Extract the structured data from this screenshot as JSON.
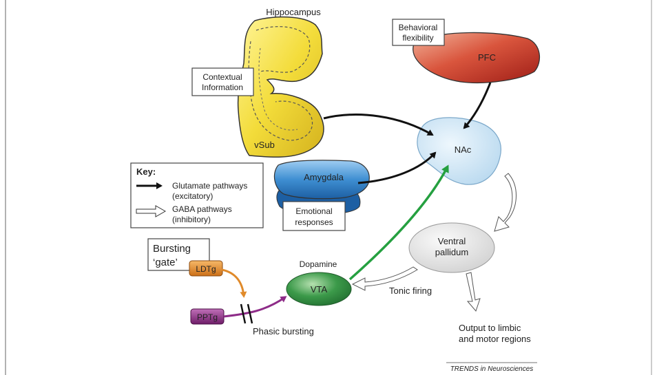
{
  "regions": {
    "hippocampus": "Hippocampus",
    "vsub": "vSub",
    "pfc": "PFC",
    "nac": "NAc",
    "amygdala": "Amygdala",
    "ventral_pallidum_line1": "Ventral",
    "ventral_pallidum_line2": "pallidum",
    "vta": "VTA",
    "ldtg": "LDTg",
    "pptg": "PPTg"
  },
  "boxes": {
    "contextual_line1": "Contextual",
    "contextual_line2": "Information",
    "behavioral_line1": "Behavioral",
    "behavioral_line2": "flexibility",
    "emotional_line1": "Emotional",
    "emotional_line2": "responses",
    "bursting_line1": "Bursting",
    "bursting_line2": "‘gate’"
  },
  "annotations": {
    "dopamine": "Dopamine",
    "tonic_firing": "Tonic firing",
    "phasic_bursting": "Phasic bursting",
    "output_line1": "Output to limbic",
    "output_line2": "and motor regions"
  },
  "key": {
    "title": "Key:",
    "glutamate_line1": "Glutamate pathways",
    "glutamate_line2": "(excitatory)",
    "gaba_line1": "GABA pathways",
    "gaba_line2": "(inhibitory)"
  },
  "source": "TRENDS in Neurosciences",
  "colors": {
    "hippocampus": "#f3dc3a",
    "pfc": "#c8402e",
    "nac": "#cfe6f5",
    "amygdala": "#3f8fd2",
    "ventral_pallidum": "#e6e6e6",
    "vta": "#3c9a4a",
    "ldtg": "#e08a2a",
    "pptg": "#8e2c88",
    "dopamine_arrow": "#25a040",
    "glutamate_arrow": "#111111"
  }
}
